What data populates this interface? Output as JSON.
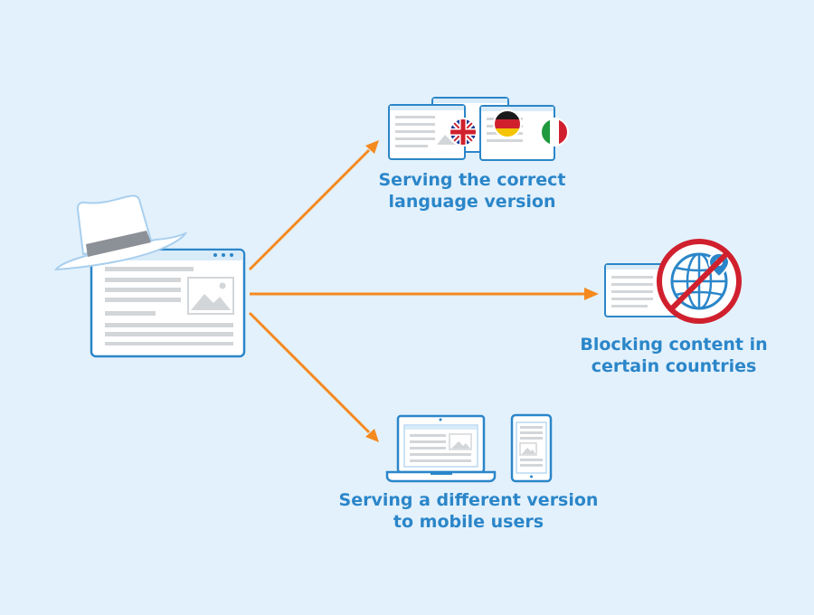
{
  "colors": {
    "background": "#e3f1fc",
    "accent_blue": "#2b86c9",
    "arrow_orange": "#f58a1f",
    "block_red": "#d0202e",
    "panel_white": "#ffffff",
    "placeholder_gray": "#d3d6d9"
  },
  "icons": {
    "source": "white-hat-icon",
    "language": [
      "uk-flag-icon",
      "germany-flag-icon",
      "italy-flag-icon"
    ],
    "blocking": "blocked-globe-icon",
    "mobile": [
      "laptop-icon",
      "phone-icon"
    ]
  },
  "outcomes": {
    "language": {
      "line1": "Serving the correct",
      "line2": "language version"
    },
    "blocking": {
      "line1": "Blocking content in",
      "line2": "certain countries"
    },
    "mobile": {
      "line1": "Serving a different version",
      "line2": "to mobile users"
    }
  }
}
